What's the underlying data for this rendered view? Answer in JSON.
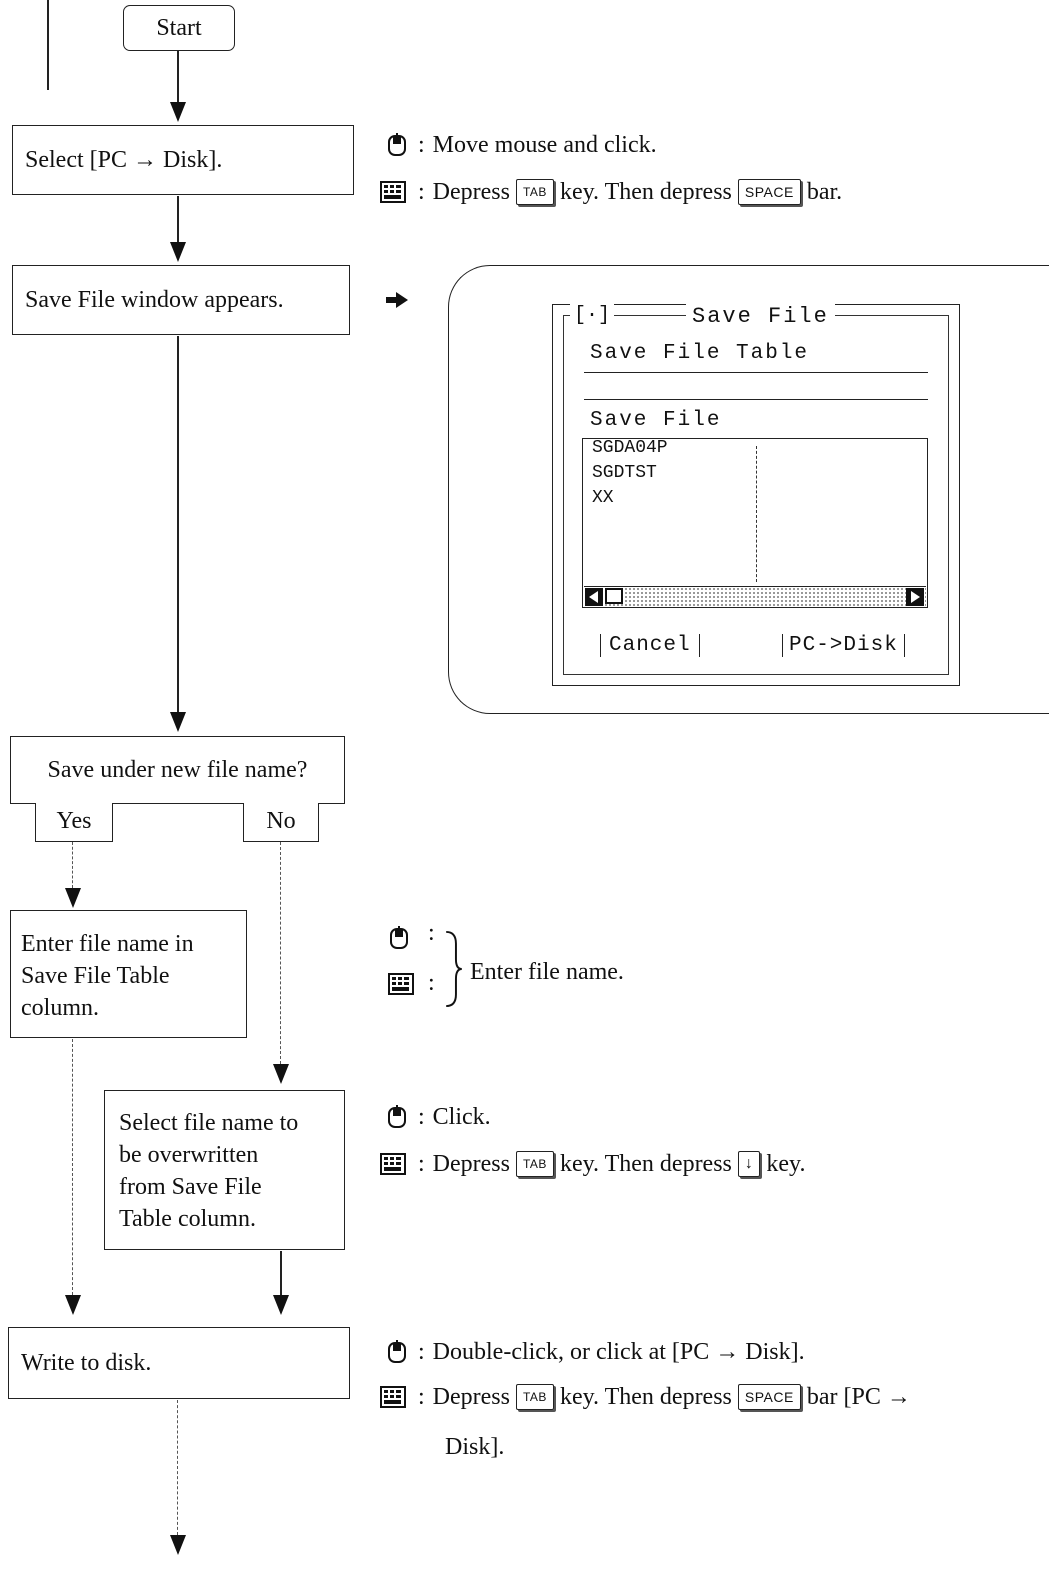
{
  "flowchart": {
    "start": "Start",
    "step_select": "Select [PC → Disk].",
    "step_window": "Save File window appears.",
    "decision": "Save under new file name?",
    "yes": "Yes",
    "no": "No",
    "step_enter": [
      "Enter file name in",
      "Save File Table",
      "column."
    ],
    "step_select_overwrite": [
      "Select file name to",
      "be overwritten",
      "from Save File",
      "Table column."
    ],
    "step_write": "Write to disk."
  },
  "notes": {
    "select_mouse": "Move mouse and click.",
    "select_kbd_1": "Depress",
    "select_kbd_key1": "TAB",
    "select_kbd_2": "key.  Then depress",
    "select_kbd_key2": "SPACE",
    "select_kbd_3": "bar.",
    "enter_text": "Enter file name.",
    "overwrite_mouse": "Click.",
    "overwrite_kbd_1": "Depress",
    "overwrite_kbd_key1": "TAB",
    "overwrite_kbd_2": "key.  Then depress",
    "overwrite_kbd_key2": "↓",
    "overwrite_kbd_3": "key.",
    "write_mouse": "Double-click, or click at [PC → Disk].",
    "write_kbd_1": "Depress",
    "write_kbd_key1": "TAB",
    "write_kbd_2": "key.  Then depress",
    "write_kbd_key2": "SPACE",
    "write_kbd_3": "bar [PC →",
    "write_kbd_4": "Disk].",
    "colon": ":"
  },
  "dialog": {
    "title_bracket": "[·]",
    "title": "Save File",
    "table_label": "Save File Table",
    "list_label": "Save File",
    "files": [
      "SGDA04P",
      "SGDTST",
      "XX"
    ],
    "cancel": "Cancel",
    "confirm": "PC->Disk"
  },
  "icons": {
    "mouse": "mouse-icon",
    "keyboard": "keyboard-icon",
    "pointer": "right-pointing-arrow-icon"
  }
}
